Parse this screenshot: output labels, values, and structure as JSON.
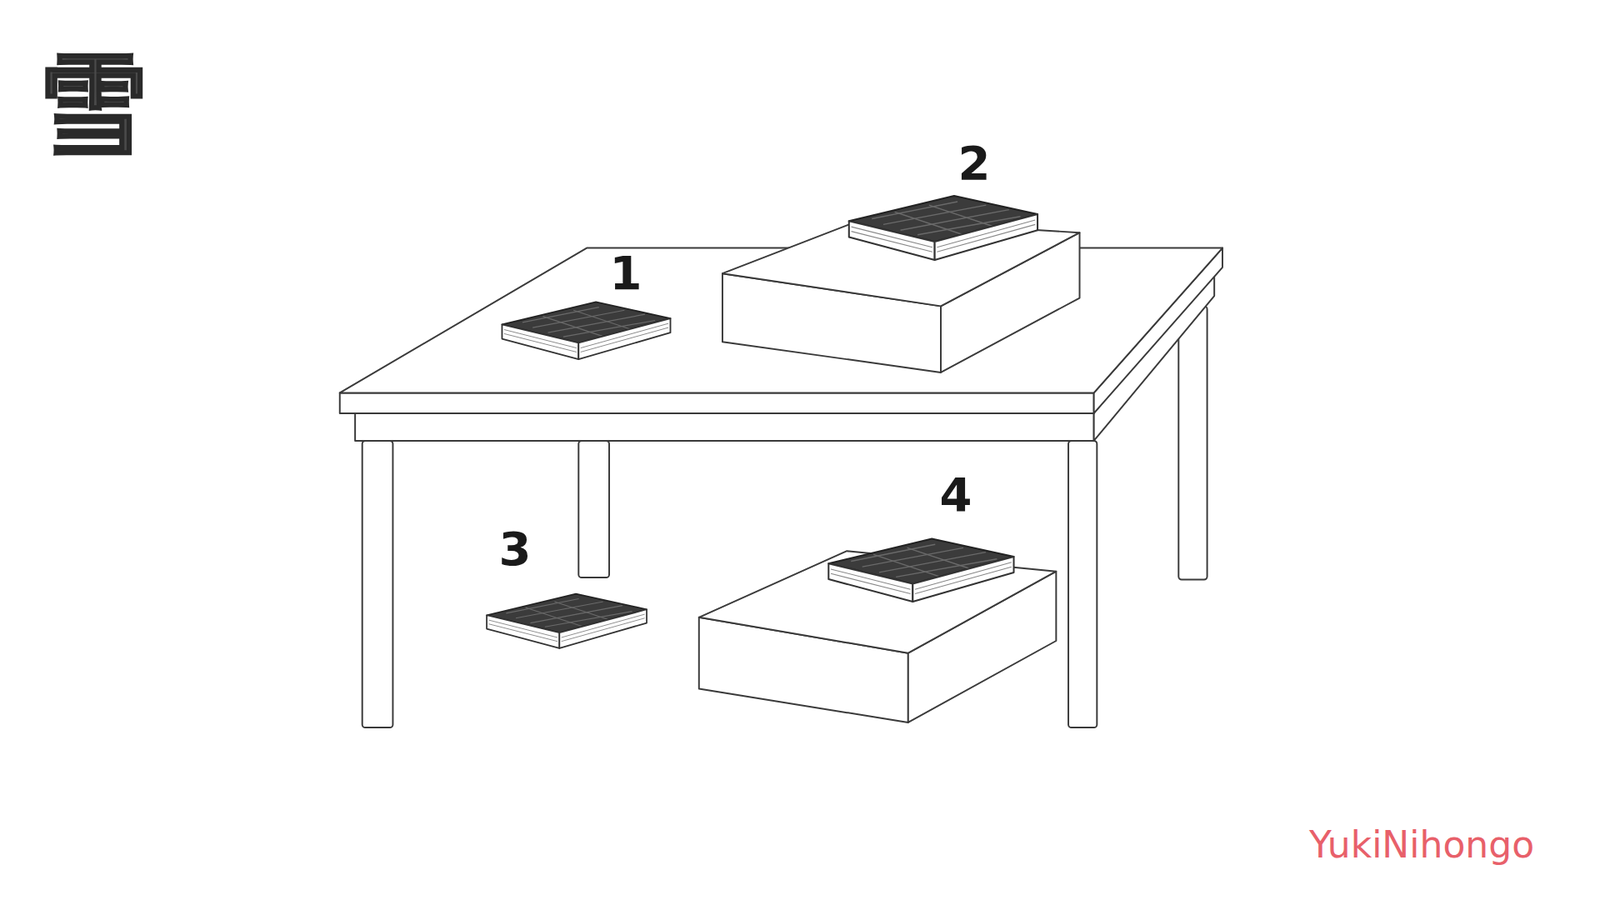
{
  "diagram": {
    "labels": [
      "雪",
      "1",
      "2",
      "3",
      "4",
      "YukiNihongo"
    ]
  }
}
